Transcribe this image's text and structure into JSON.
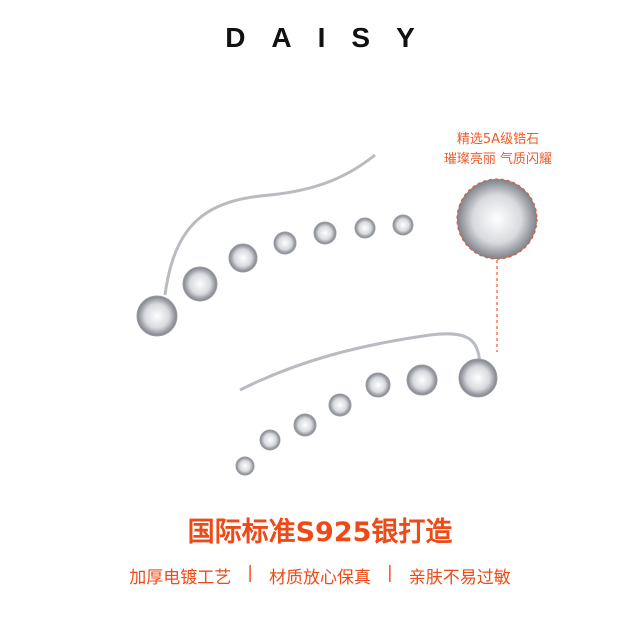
{
  "brand": "DAISY",
  "callout": {
    "line1": "精选5A级锆石",
    "line2": "璀璨亮丽 气质闪耀"
  },
  "headline": "国际标准S925银打造",
  "features": [
    "加厚电镀工艺",
    "|",
    "材质放心保真",
    "|",
    "亲肤不易过敏"
  ],
  "colors": {
    "accent": "#ee4a18",
    "text": "#111111"
  }
}
